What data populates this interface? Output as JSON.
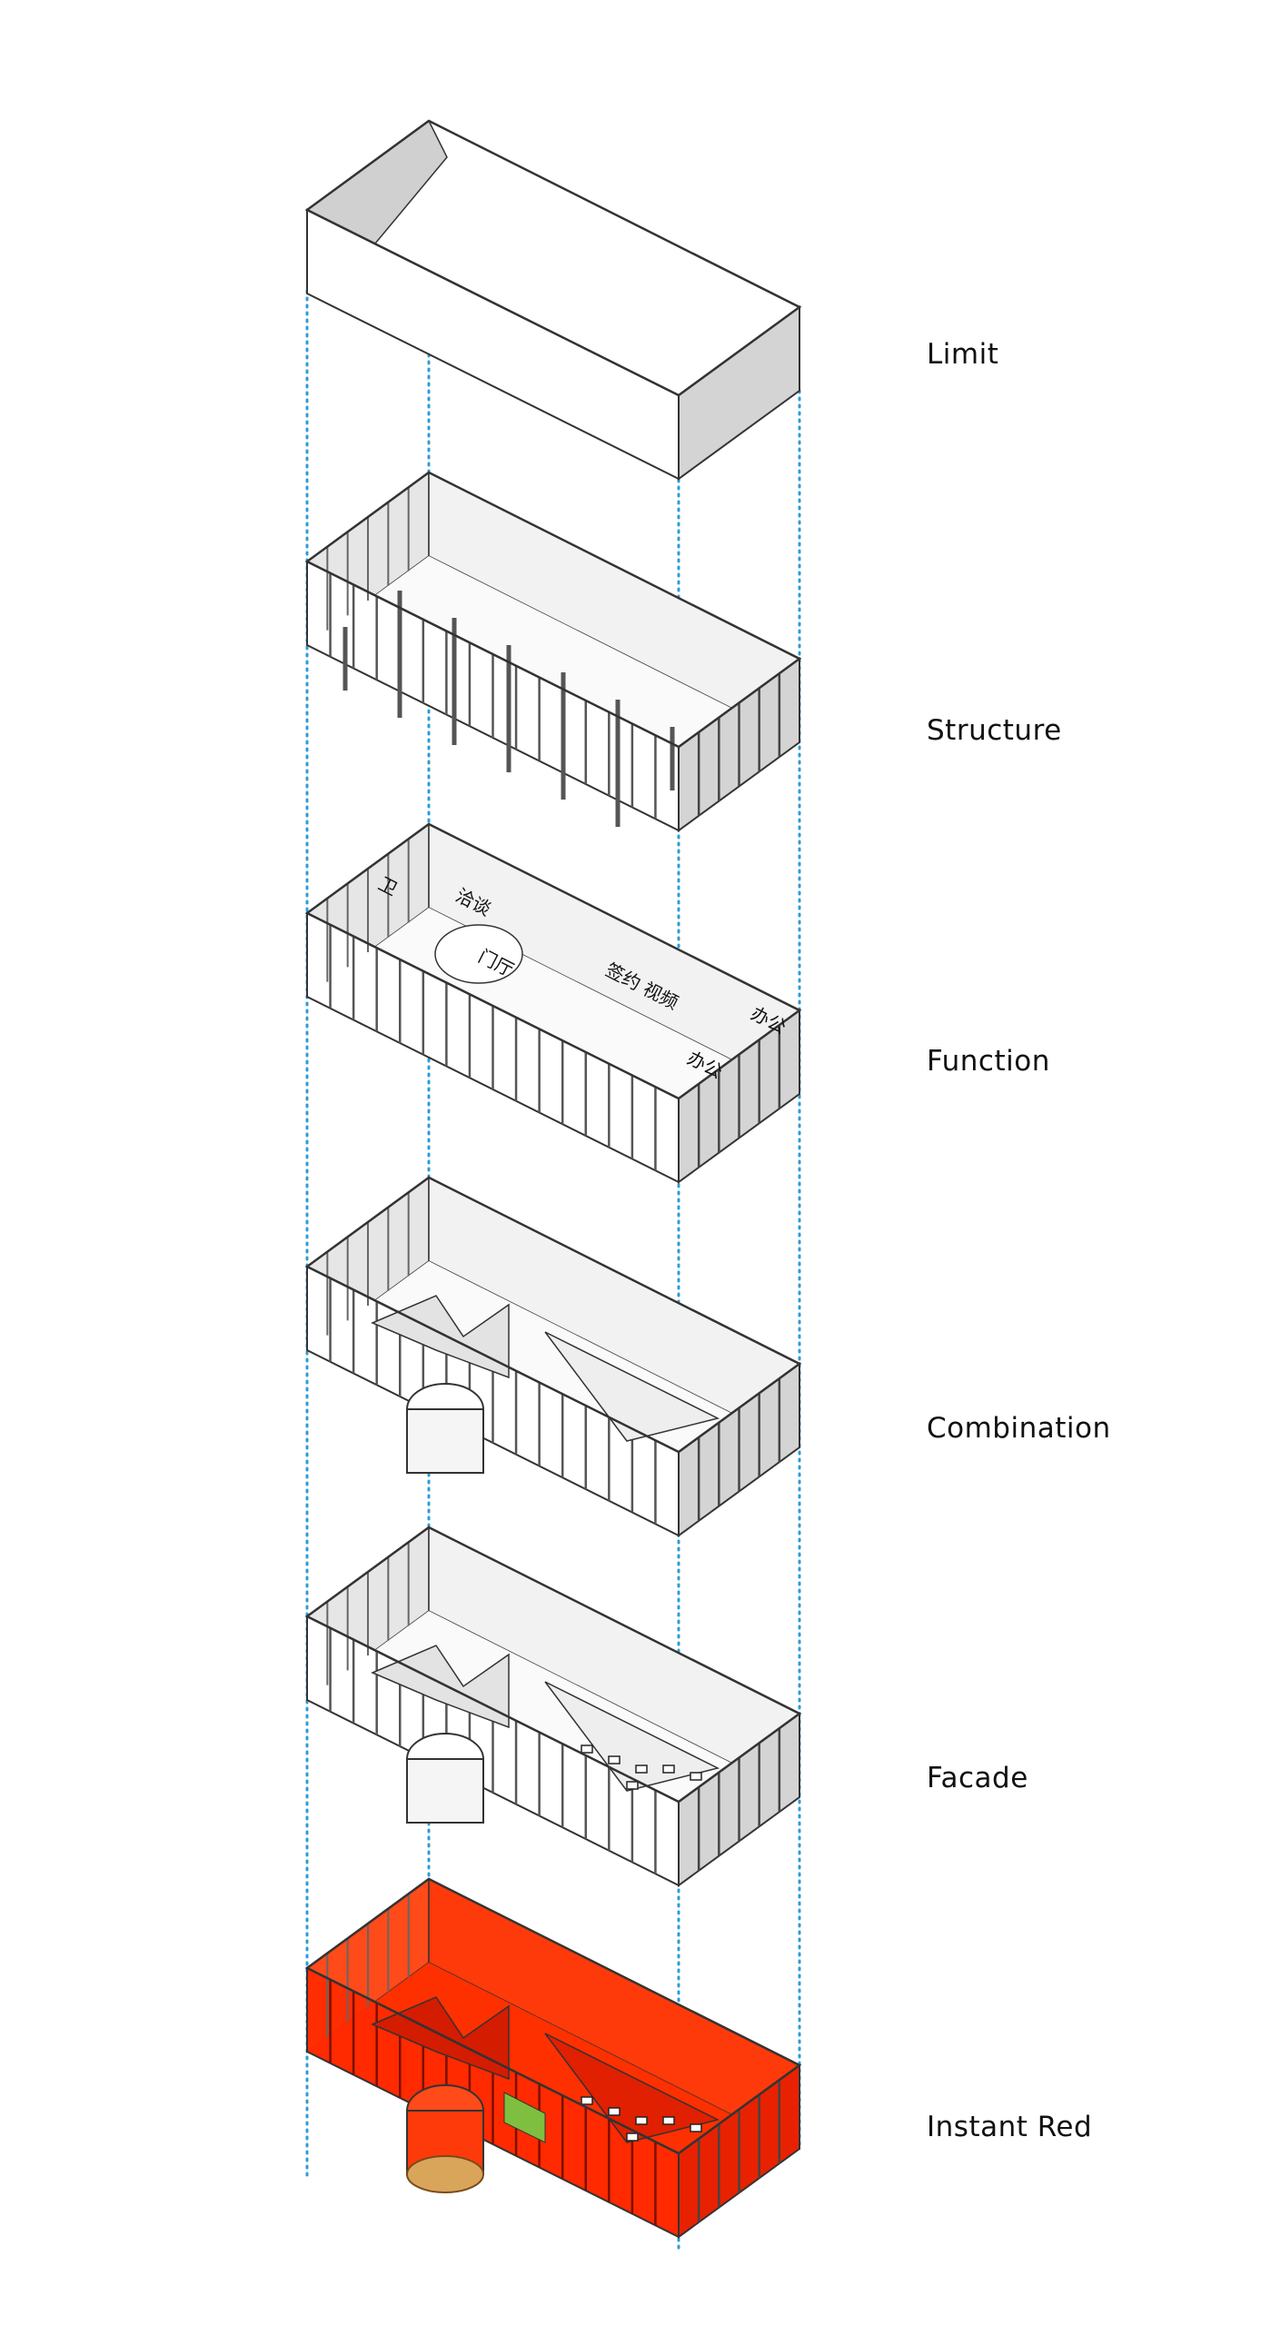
{
  "layers": [
    {
      "label": "Limit",
      "style": "limit"
    },
    {
      "label": "Structure",
      "style": "structure"
    },
    {
      "label": "Function",
      "style": "function"
    },
    {
      "label": "Combination",
      "style": "combination"
    },
    {
      "label": "Facade",
      "style": "facade"
    },
    {
      "label": "Instant Red",
      "style": "red"
    }
  ],
  "function_rooms": [
    "卫",
    "洽谈",
    "门厅",
    "签约 视频",
    "办公",
    "办公"
  ],
  "colors": {
    "guide": "#2f9bd6",
    "red": "#ff2a00",
    "green": "#7fbf3f",
    "wood": "#d9a55a",
    "stroke": "#333333",
    "shade": "#cfcfcf"
  }
}
